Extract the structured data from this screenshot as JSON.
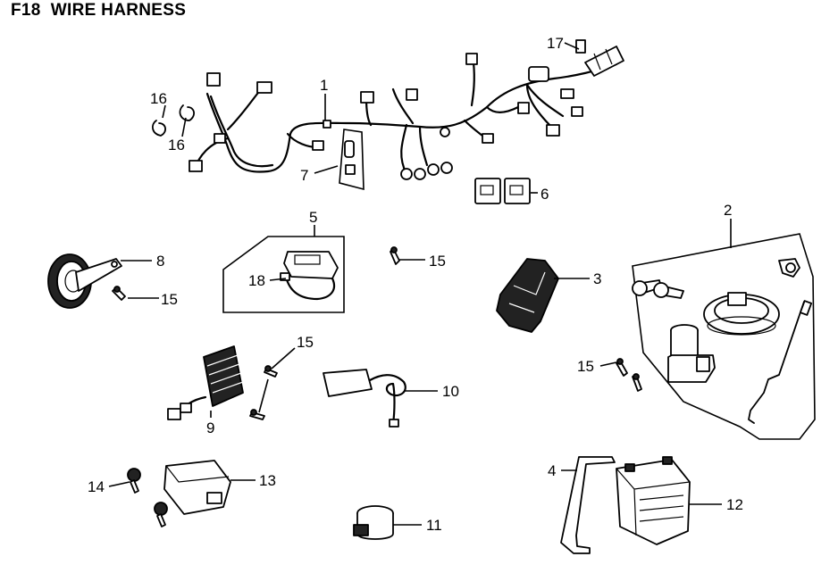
{
  "title": "F18  WIRE HARNESS",
  "labels": {
    "p1": "1",
    "p2": "2",
    "p3": "3",
    "p4": "4",
    "p5": "5",
    "p6": "6",
    "p7": "7",
    "p8": "8",
    "p9": "9",
    "p10": "10",
    "p11": "11",
    "p12": "12",
    "p13": "13",
    "p14": "14",
    "p15a": "15",
    "p15b": "15",
    "p15c": "15",
    "p15d": "15",
    "p16a": "16",
    "p16b": "16",
    "p17": "17",
    "p18": "18"
  }
}
